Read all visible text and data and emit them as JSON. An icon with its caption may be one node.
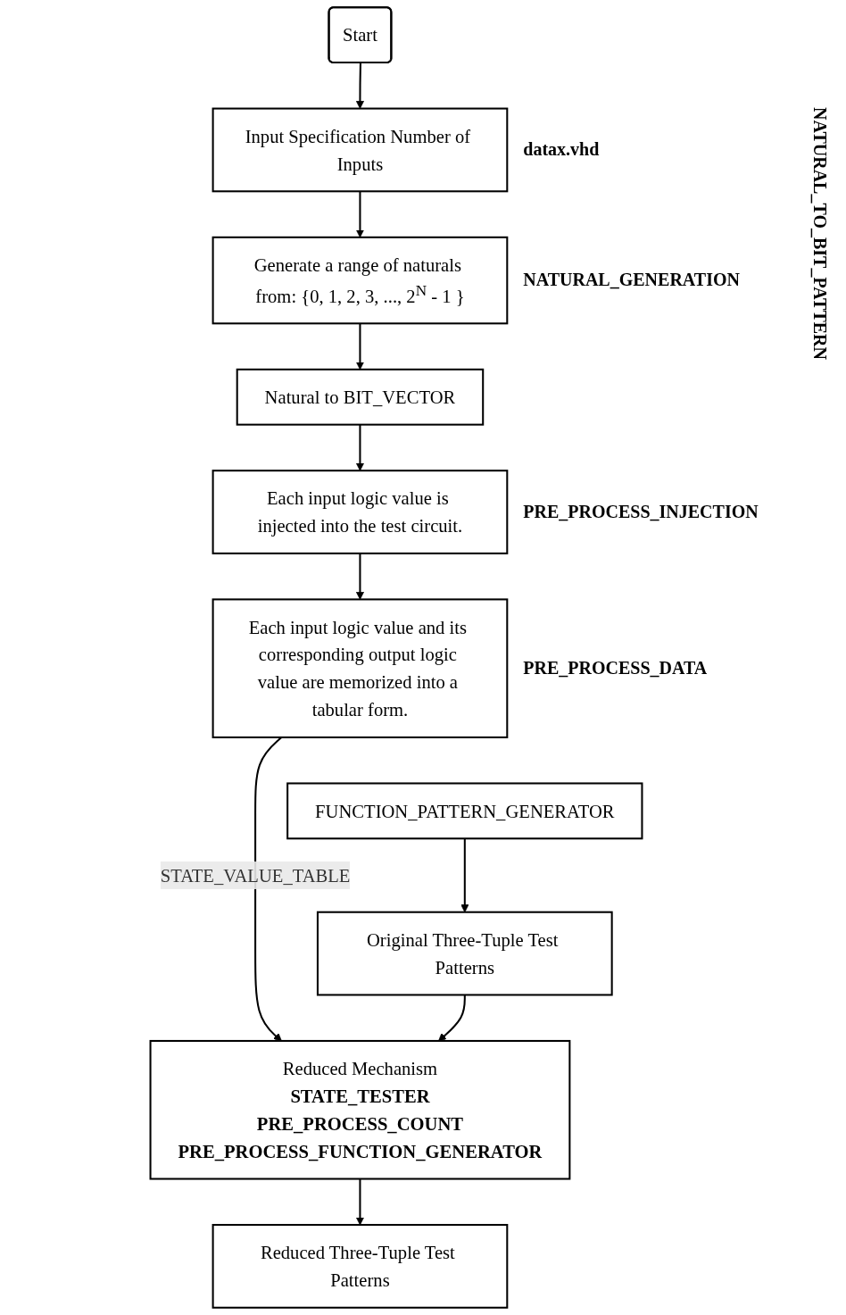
{
  "diagram": {
    "nodes": [
      {
        "text": [
          "Start"
        ]
      },
      {
        "text": [
          "Input Specification Number of Inputs"
        ],
        "beside": [
          "datax.vhd"
        ]
      },
      {
        "text": [
          "Generate a range of naturals from: {0, 1, 2, 3, ..., 2$^{N}$ - 1 }"
        ],
        "beside": [
          "NATURAL_GENERATION"
        ]
      },
      {
        "text": [
          "Natural to BIT_VECTOR"
        ]
      },
      {
        "text": [
          "Each input logic value is injected into the test circuit."
        ],
        "beside": [
          "PRE_PROCESS_INJECTION"
        ]
      },
      {
        "text": [
          "Each input logic value and its corresponding output logic value are memorized into a tabular form."
        ],
        "beside": [
          "PRE_PROCESS_DATA"
        ]
      },
      {
        "text": [
          "FUNCTION_PATTERN_GENERATOR"
        ]
      },
      {
        "text": [
          "Original Three-Tuple Test Patterns"
        ]
      },
      {
        "text": [
          "Reduced Mechanism",
          "STATE_TESTER",
          "PRE_PROCESS_COUNT",
          "PRE_PROCESS_FUNCTION_GENERATOR"
        ]
      },
      {
        "text": [
          "Reduced Three-Tuple Test Patterns"
        ]
      }
    ],
    "edges": [
      {
        "from": 0,
        "to": 1,
        "arrow": "to"
      },
      {
        "from": 1,
        "to": 2,
        "arrow": "to"
      },
      {
        "from": 2,
        "to": 3,
        "arrow": "to"
      },
      {
        "from": 3,
        "to": 4,
        "arrow": "to"
      },
      {
        "from": 4,
        "to": 5,
        "arrow": "to"
      },
      {
        "from": 5,
        "to": 8,
        "arrow": "to",
        "label": "STATE_VALUE_TABLE"
      },
      {
        "from": 6,
        "to": 7,
        "arrow": "to"
      },
      {
        "from": 7,
        "to": 8,
        "arrow": "to"
      },
      {
        "from": 8,
        "to": 9,
        "arrow": "to"
      }
    ],
    "labels": [
      "NATURAL_TO_BIT_PATTERN"
    ]
  }
}
